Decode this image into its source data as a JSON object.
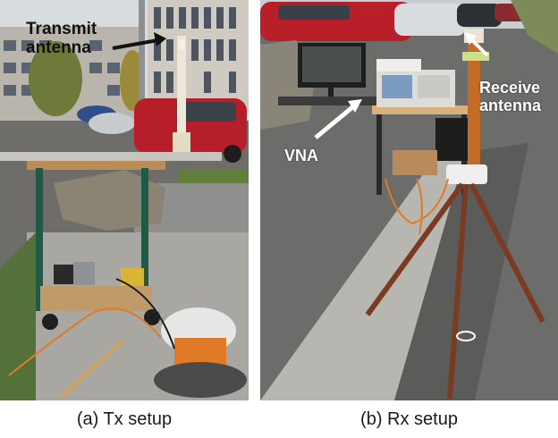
{
  "panels": {
    "tx": {
      "caption": "(a) Tx setup",
      "annotation": "Transmit antenna"
    },
    "rx": {
      "caption": "(b) Rx setup",
      "annotation_receive": "Receive antenna",
      "annotation_vna": "VNA"
    }
  },
  "colors": {
    "sky": "#d9dde0",
    "asphalt": "#6b6b69",
    "grass": "#5f7d3a",
    "car_red": "#b8202a",
    "tripod": "#7a3b22",
    "cable_orange": "#e07a26",
    "cart_green": "#1f5a46"
  }
}
